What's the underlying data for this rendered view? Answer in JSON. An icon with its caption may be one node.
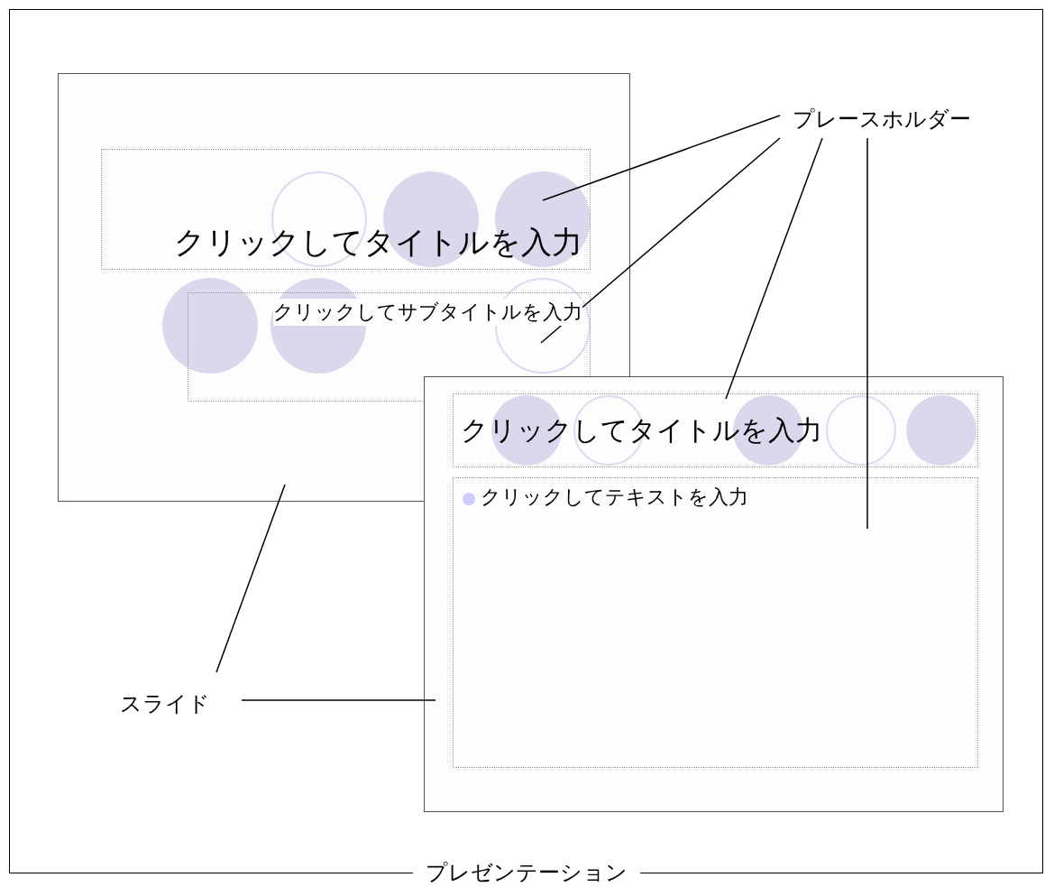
{
  "diagram": {
    "nodes": [
      {
        "text": [
          "プレゼンテーション"
        ]
      },
      {
        "text": [],
        "shape": "box",
        "in": 0
      },
      {
        "text": [
          "クリックしてタイトルを入力"
        ],
        "in": 1
      },
      {
        "text": [
          "クリックしてサブタイトルを入力"
        ],
        "in": 1
      },
      {
        "text": [],
        "shape": "box",
        "in": 0
      },
      {
        "text": [
          "クリックしてタイトルを入力"
        ],
        "in": 4
      },
      {
        "text": [
          "クリックしてテキストを入力"
        ],
        "in": 4
      },
      {
        "text": [
          "プレースホルダー"
        ],
        "in": 0
      },
      {
        "text": [
          "スライド"
        ],
        "in": 0
      }
    ],
    "edges": [
      {
        "from": 7,
        "to": 2,
        "arrow": "none"
      },
      {
        "from": 7,
        "to": 3,
        "arrow": "none"
      },
      {
        "from": 7,
        "to": 5,
        "arrow": "none"
      },
      {
        "from": 7,
        "to": 6,
        "arrow": "none"
      },
      {
        "from": 8,
        "to": 1,
        "arrow": "none"
      },
      {
        "from": 8,
        "to": 4,
        "arrow": "none"
      }
    ]
  }
}
